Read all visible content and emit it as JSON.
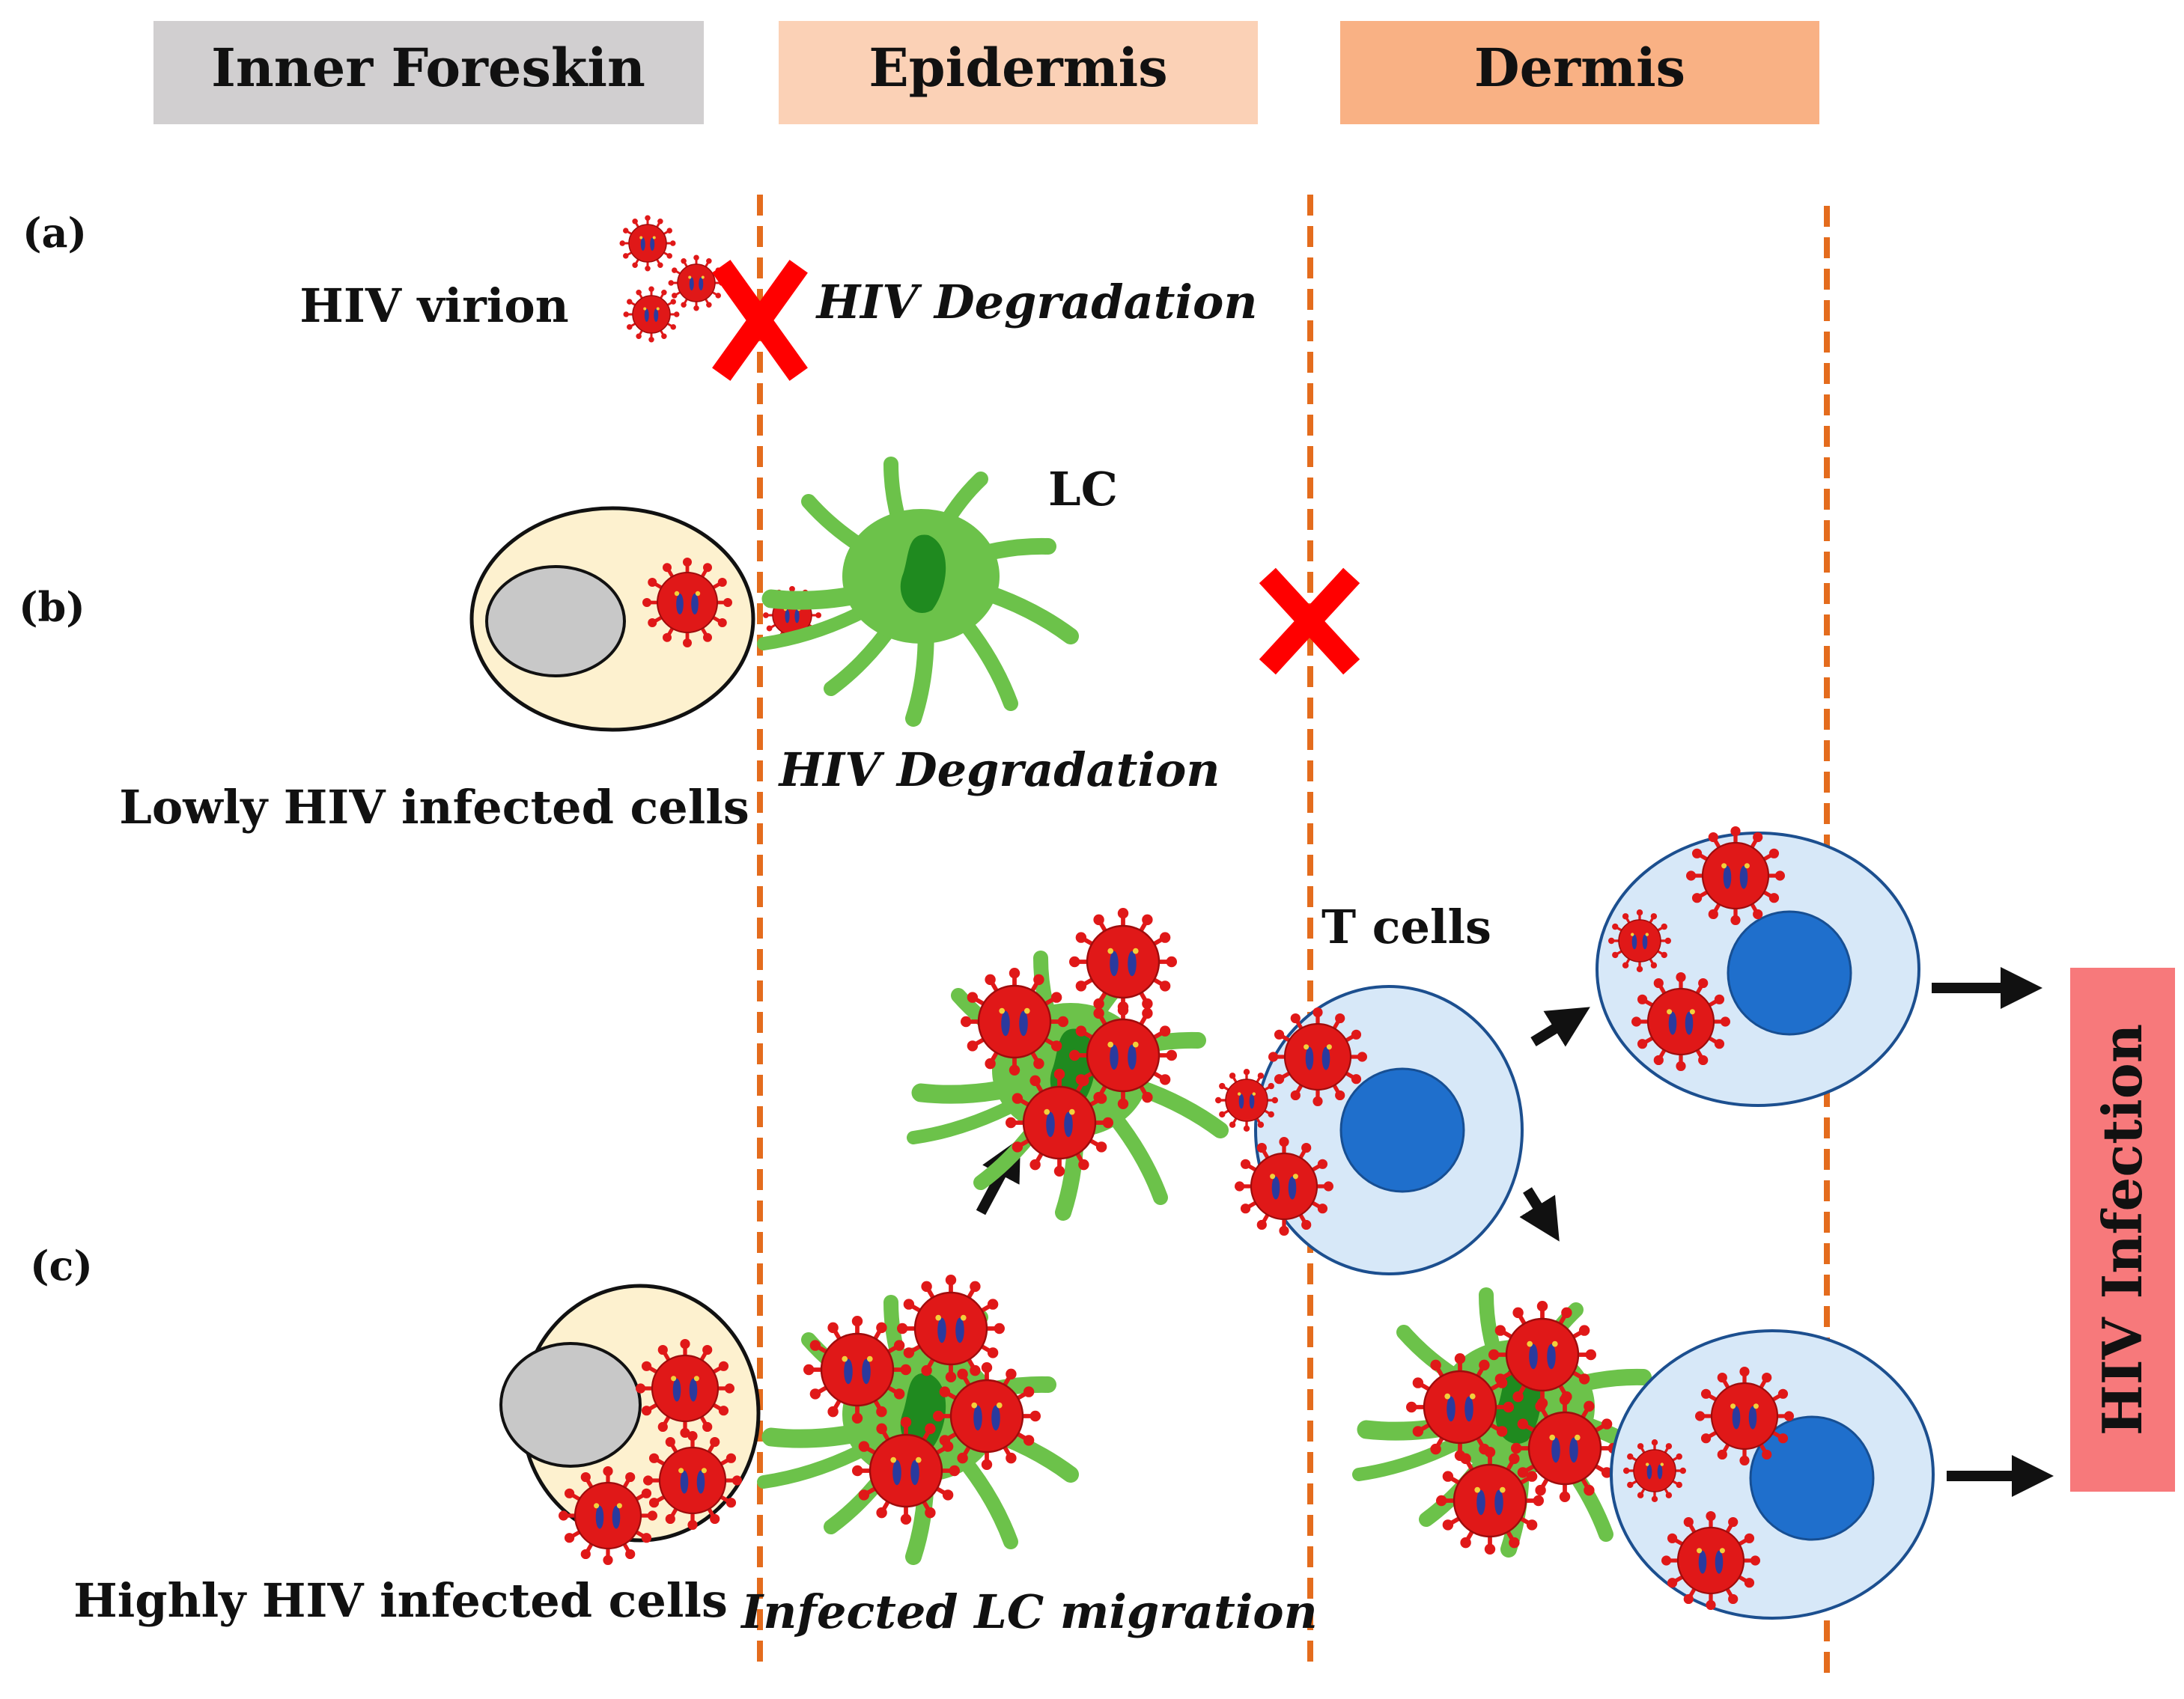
{
  "headers": {
    "inner_foreskin": "Inner Foreskin",
    "epidermis": "Epidermis",
    "dermis": "Dermis"
  },
  "colors": {
    "inner_foreskin_bg": "#d1cfd0",
    "epidermis_bg": "#fbd1b6",
    "dermis_bg": "#f9b184",
    "boundary_line": "#e46c1d",
    "virion": "#e01818",
    "lc_cell": "#6cc24a",
    "lc_nucleus": "#1f8a1f",
    "epithelial_cell": "#fdf1cf",
    "epithelial_nucleus": "#c8c8c8",
    "t_cell": "#d7e8f8",
    "t_cell_nucleus": "#1f6fcc",
    "block_x": "#ff0000",
    "infection_box": "#f7797b"
  },
  "panels": {
    "a": {
      "tag": "(a)",
      "virion_label": "HIV virion",
      "degradation_label": "HIV Degradation"
    },
    "b": {
      "tag": "(b)",
      "lc_label": "LC",
      "cells_label": "Lowly HIV infected cells",
      "degradation_label": "HIV Degradation"
    },
    "c": {
      "tag": "(c)",
      "t_cells_label": "T cells",
      "cells_label": "Highly HIV infected cells",
      "migration_label": "Infected LC migration"
    }
  },
  "outcome": {
    "label": "HIV Infection"
  }
}
